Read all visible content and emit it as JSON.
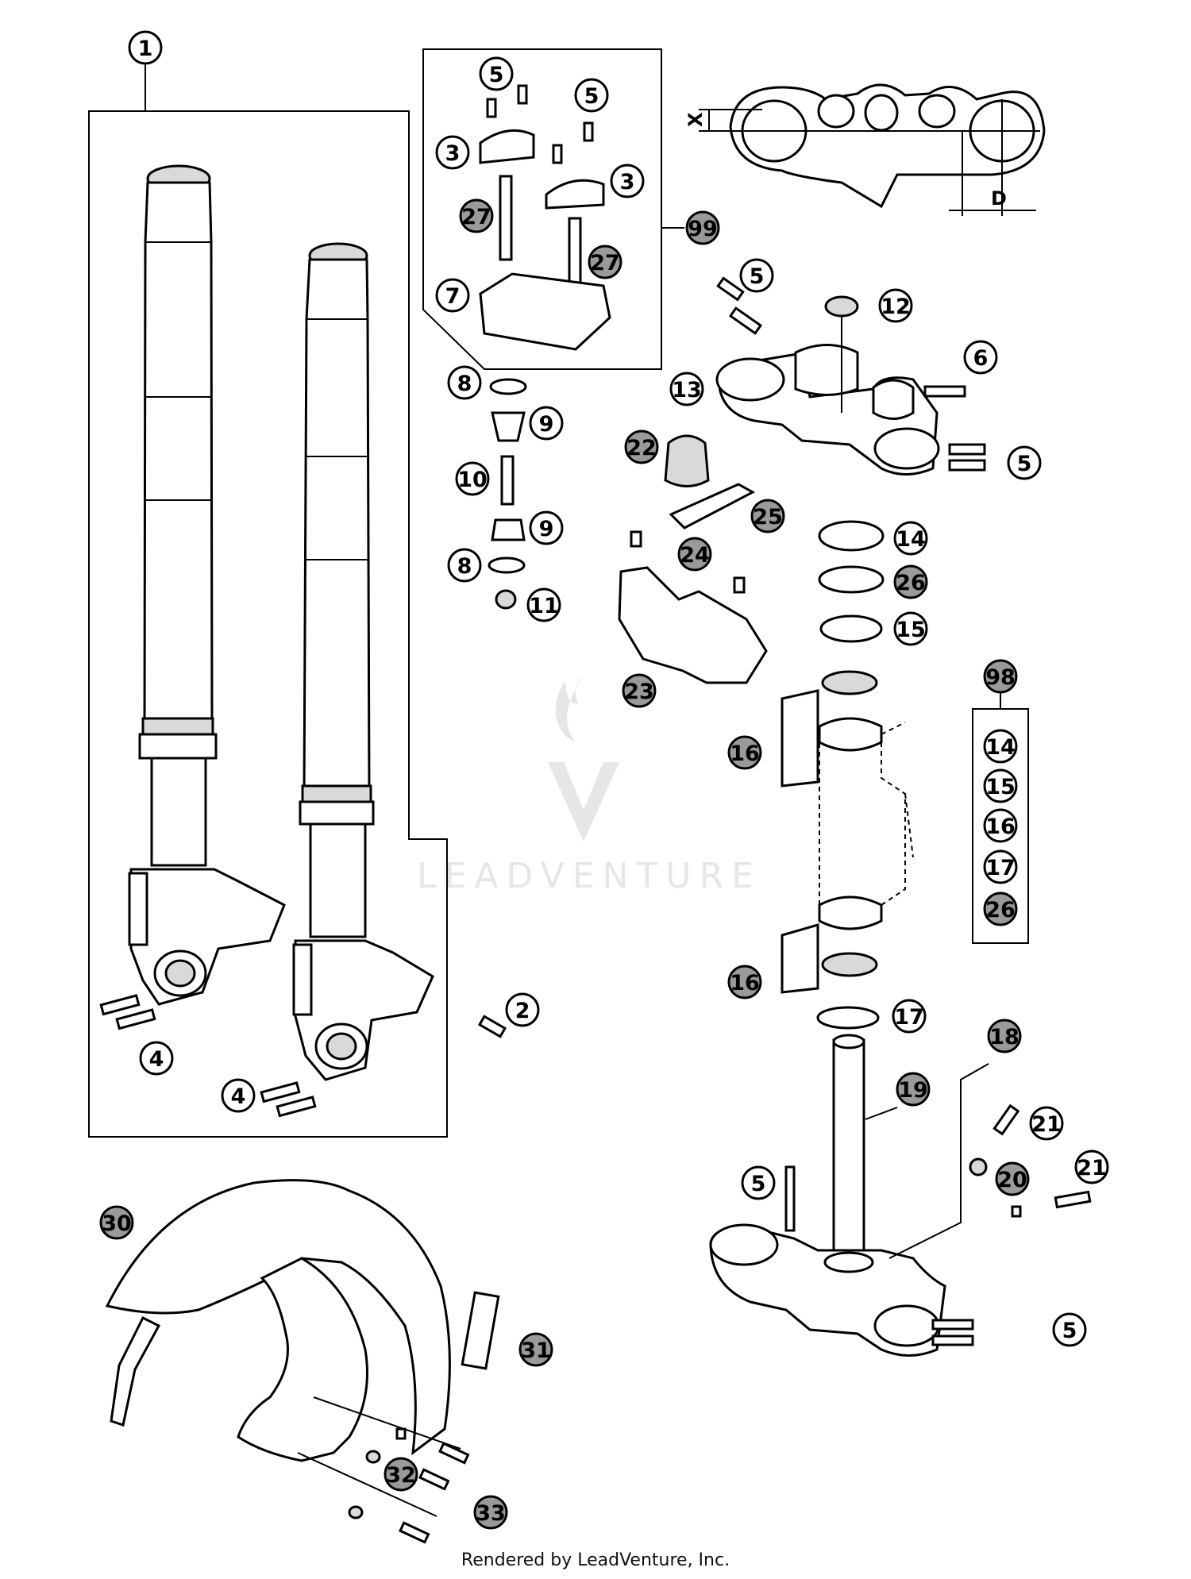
{
  "footer": "Rendered by LeadVenture, Inc.",
  "watermark": "LEADVENTURE",
  "dimension_labels": {
    "x": "X",
    "d": "D"
  },
  "callouts": {
    "c1": "1",
    "c5a": "5",
    "c5b": "5",
    "c3a": "3",
    "c3b": "3",
    "c27a": "27",
    "c27b": "27",
    "c7": "7",
    "c99": "99",
    "c8a": "8",
    "c9a": "9",
    "c10": "10",
    "c9b": "9",
    "c8b": "8",
    "c11": "11",
    "c5c": "5",
    "c12": "12",
    "c6": "6",
    "c13": "13",
    "c5d": "5",
    "c22": "22",
    "c25": "25",
    "c24": "24",
    "c23": "23",
    "c14": "14",
    "c26": "26",
    "c15": "15",
    "c98": "98",
    "c16a": "16",
    "c16b": "16",
    "k14": "14",
    "k15": "15",
    "k16": "16",
    "k17": "17",
    "k26": "26",
    "c17": "17",
    "c18": "18",
    "c19": "19",
    "c21a": "21",
    "c21b": "21",
    "c20": "20",
    "c5e": "5",
    "c5f": "5",
    "c2": "2",
    "c4a": "4",
    "c4b": "4",
    "c30": "30",
    "c31": "31",
    "c32": "32",
    "c33": "33"
  }
}
